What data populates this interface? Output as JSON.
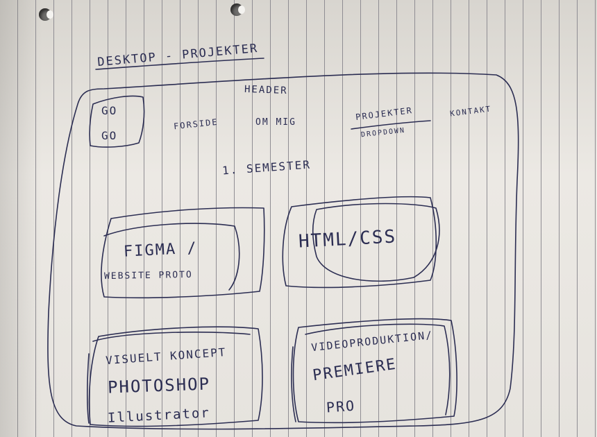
{
  "sketch": {
    "title": "DESKTOP - PROJEKTER",
    "header_label": "HEADER",
    "logo_line1": "GO",
    "logo_line2": "GO",
    "nav": {
      "item1": "FORSIDE",
      "item2": "OM MIG",
      "item3": "PROJEKTER",
      "item3_sub": "DROPDOWN",
      "item4": "KONTAKT"
    },
    "section_title": "1. SEMESTER",
    "cards": {
      "card1_line1": "FIGMA /",
      "card1_line2": "WEBSITE PROTO",
      "card2_line1": "HTML/CSS",
      "card3_line1": "VISUELT KONCEPT",
      "card3_line2": "PHOTOSHOP",
      "card3_line3": "Illustrator",
      "card4_line1": "VIDEOPRODUKTION/",
      "card4_line2": "PREMIERE",
      "card4_line3": "PRO"
    }
  },
  "colors": {
    "ink": "#2b2d52",
    "paper": "#e9e6e1",
    "rule_lines": "#8f8d93"
  }
}
